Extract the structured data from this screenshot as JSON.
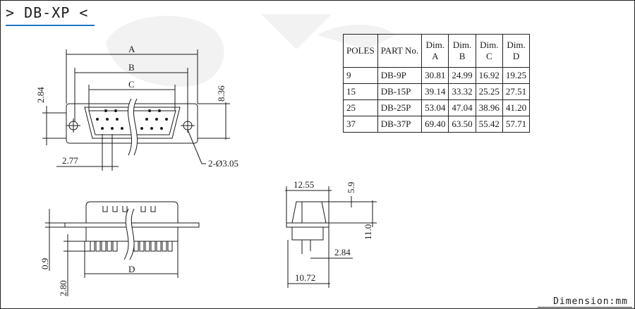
{
  "title": "> DB-XP <",
  "dimension_note": "Dimension:mm",
  "table": {
    "headers": [
      "POLES",
      "PART No.",
      "Dim.\nA",
      "Dim.\nB",
      "Dim.\nC",
      "Dim.\nD"
    ],
    "rows": [
      [
        "9",
        "DB-9P",
        "30.81",
        "24.99",
        "16.92",
        "19.25"
      ],
      [
        "15",
        "DB-15P",
        "39.14",
        "33.32",
        "25.25",
        "27.51"
      ],
      [
        "25",
        "DB-25P",
        "53.04",
        "47.04",
        "38.96",
        "41.20"
      ],
      [
        "37",
        "DB-37P",
        "69.40",
        "63.50",
        "55.42",
        "57.71"
      ]
    ]
  },
  "front_view": {
    "label_a": "A",
    "label_b": "B",
    "label_c": "C",
    "dim_left": "2.84",
    "dim_right": "8.36",
    "dim_bottom": "2.77",
    "hole_note": "2-Ø3.05"
  },
  "bottom_view": {
    "label_d": "D",
    "dim_1": "0.9",
    "dim_2": "2.80"
  },
  "side_view": {
    "dim_top": "12.55",
    "dim_top_right": "5.9",
    "dim_right": "11.0",
    "dim_pin": "2.84",
    "dim_bottom": "10.72"
  }
}
